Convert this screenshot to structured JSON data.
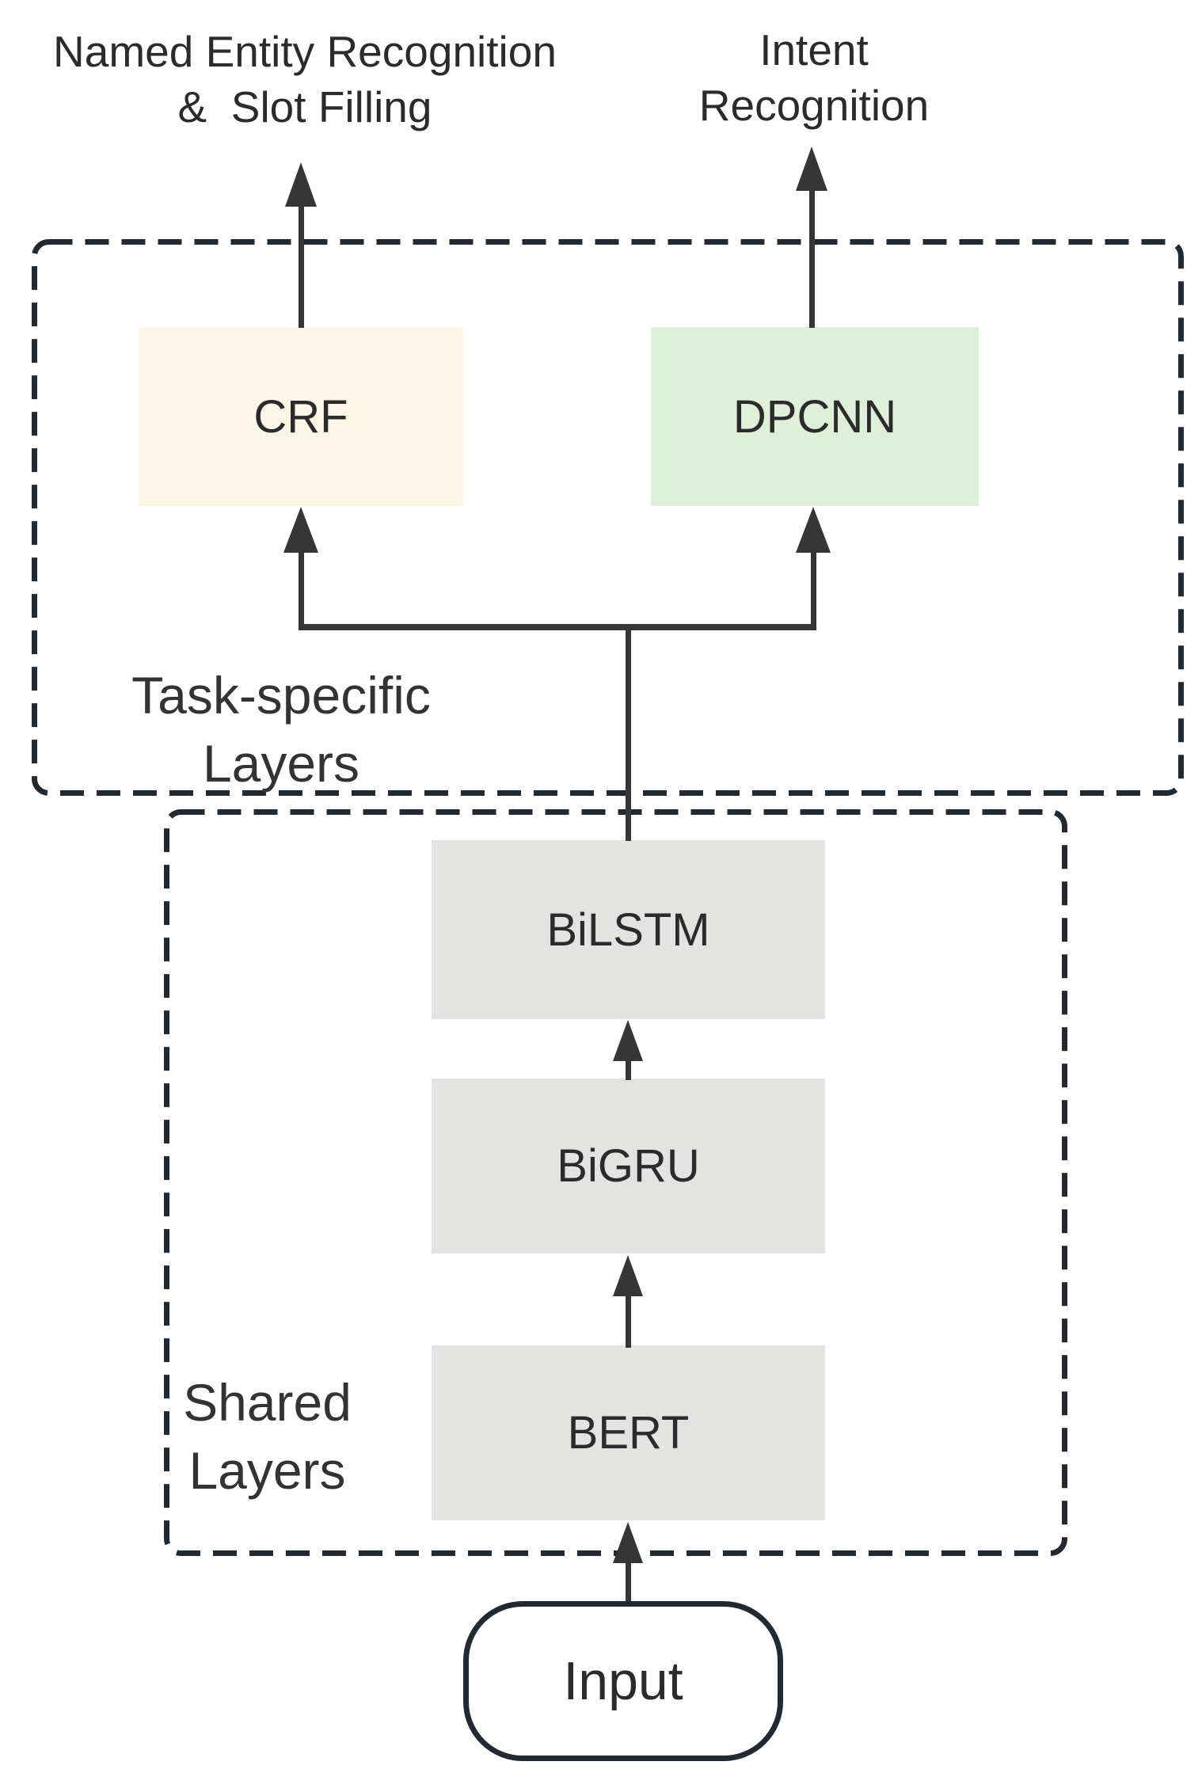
{
  "labels": {
    "ner_line1": "Named Entity Recognition",
    "ner_line2": "&  Slot Filling",
    "intent_line1": "Intent",
    "intent_line2": "Recognition"
  },
  "task_section": {
    "title_line1": "Task-specific",
    "title_line2": "Layers",
    "boxes": {
      "crf": "CRF",
      "dpcnn": "DPCNN"
    }
  },
  "shared_section": {
    "title_line1": "Shared",
    "title_line2": "Layers",
    "boxes": {
      "bilstm": "BiLSTM",
      "bigru": "BiGRU",
      "bert": "BERT"
    }
  },
  "input": {
    "label": "Input"
  },
  "colors": {
    "crf_fill": "#fbf7e5",
    "dpcnn_fill": "#def0d8",
    "shared_fill": "#e3e3e1",
    "dash_stroke": "#212a33",
    "line_color": "#363636",
    "text_color": "#2b2b2b",
    "page_bg": "#ffffff"
  }
}
